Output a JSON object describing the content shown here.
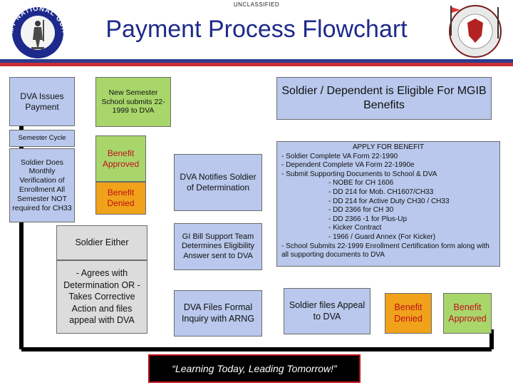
{
  "header": {
    "classification": "UNCLASSIFIED",
    "title": "Payment Process Flowchart",
    "left_logo": {
      "text": "ARMY NATIONAL GUARD",
      "icon": "minuteman-seal-icon"
    },
    "right_logo": {
      "icon": "state-education-crest-icon"
    }
  },
  "colors": {
    "blue_box": "#b9c8ec",
    "green_box": "#a9d66b",
    "orange_box": "#f0a21a",
    "gray_box": "#dcdcdc",
    "title": "#1d2a8c",
    "rule_blue": "#2b3b92",
    "rule_red": "#c92f32"
  },
  "flow": {
    "dva_issues_payment": "DVA Issues Payment",
    "semester_cycle": "Semester Cycle",
    "monthly_verification": "Soldier Does Monthly Verification of Enrollment All Semester NOT required for CH33",
    "new_semester": "New Semester School submits 22-1999 to DVA",
    "eligible": "Soldier / Dependent is Eligible For MGIB Benefits",
    "benefit_approved": "Benefit Approved",
    "benefit_denied": "Benefit Denied",
    "dva_notifies": "DVA Notifies Soldier of Determination",
    "soldier_either": "Soldier Either",
    "options": "- Agrees with Determination OR - Takes Corrective Action and files appeal with DVA",
    "gi_bill": "GI Bill Support Team Determines Eligibility Answer sent to DVA",
    "dva_files": "DVA Files Formal Inquiry with ARNG",
    "soldier_files": "Soldier files Appeal to DVA",
    "benefit_denied_2": "Benefit Denied",
    "benefit_approved_2": "Benefit Approved"
  },
  "apply": {
    "heading": "APPLY FOR BENEFIT",
    "lines": [
      "- Soldier Complete VA Form 22-1990",
      "- Dependent Complete VA Form 22-1990e",
      "- Submit Supporting Documents to School & DVA",
      "- NOBE for CH 1606",
      "- DD 214 for Mob. CH1607/CH33",
      "- DD 214 for Active Duty CH30 / CH33",
      "- DD 2366 for CH 30",
      "- DD 2366 -1 for Plus-Up",
      "- Kicker Contract",
      "- 1966 / Guard Annex (For Kicker)",
      "- School Submits 22-1999 Enrollment Certification form along with all supporting documents to DVA"
    ]
  },
  "slogan": "“Learning Today, Leading Tomorrow!”"
}
